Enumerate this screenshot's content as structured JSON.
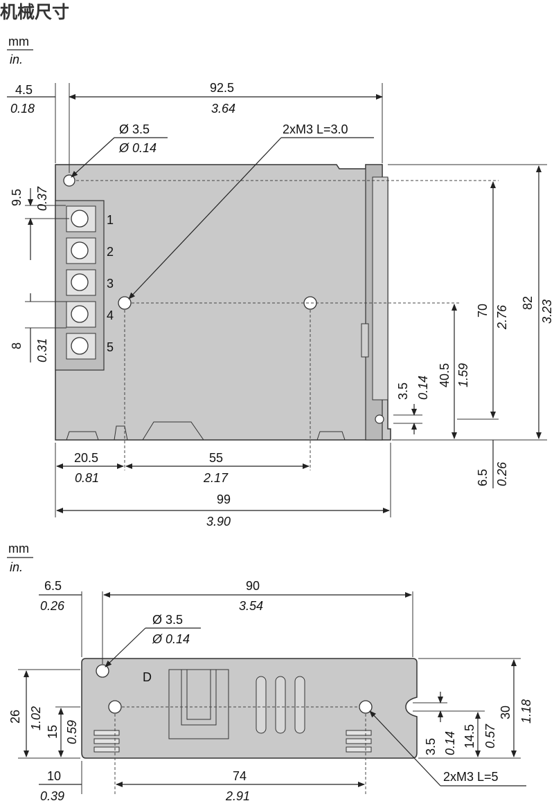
{
  "title": "机械尺寸",
  "unit": {
    "mm": "mm",
    "in": "in."
  },
  "top_view": {
    "dim_4_5": {
      "mm": "4.5",
      "in": "0.18"
    },
    "dim_92_5": {
      "mm": "92.5",
      "in": "3.64"
    },
    "hole_dia": {
      "mm": "Ø 3.5",
      "in": "Ø 0.14"
    },
    "screw_note": "2xM3  L=3.0",
    "dim_9_5": {
      "mm": "9.5",
      "in": "0.37"
    },
    "dim_8": {
      "mm": "8",
      "in": "0.31"
    },
    "terminals": [
      "1",
      "2",
      "3",
      "4",
      "5"
    ],
    "dim_70": {
      "mm": "70",
      "in": "2.76"
    },
    "dim_82": {
      "mm": "82",
      "in": "3.23"
    },
    "dim_40_5": {
      "mm": "40.5",
      "in": "1.59"
    },
    "dim_3_5": {
      "mm": "3.5",
      "in": "0.14"
    },
    "dim_6_5": {
      "mm": "6.5",
      "in": "0.26"
    },
    "dim_20_5": {
      "mm": "20.5",
      "in": "0.81"
    },
    "dim_55": {
      "mm": "55",
      "in": "2.17"
    },
    "dim_99": {
      "mm": "99",
      "in": "3.90"
    }
  },
  "side_view": {
    "dim_6_5": {
      "mm": "6.5",
      "in": "0.26"
    },
    "dim_90": {
      "mm": "90",
      "in": "3.54"
    },
    "hole_dia": {
      "mm": "Ø 3.5",
      "in": "Ø 0.14"
    },
    "label_d": "D",
    "dim_26": {
      "mm": "26",
      "in": "1.02"
    },
    "dim_15": {
      "mm": "15",
      "in": "0.59"
    },
    "dim_30": {
      "mm": "30",
      "in": "1.18"
    },
    "dim_3_5": {
      "mm": "3.5",
      "in": "0.14"
    },
    "dim_14_5": {
      "mm": "14.5",
      "in": "0.57"
    },
    "dim_10": {
      "mm": "10",
      "in": "0.39"
    },
    "dim_74": {
      "mm": "74",
      "in": "2.91"
    },
    "screw_note": "2xM3  L=5"
  }
}
